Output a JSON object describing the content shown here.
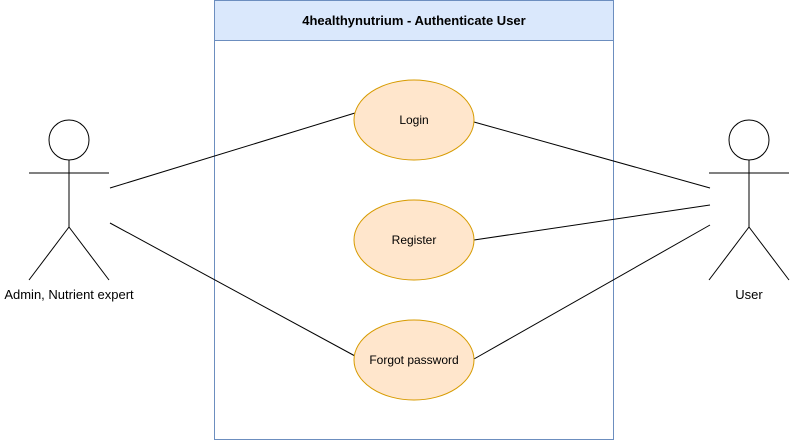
{
  "diagram": {
    "title": "4healthynutrium - Authenticate User",
    "colors": {
      "boundary_stroke": "#6c8ebf",
      "title_fill": "#dae8fc",
      "usecase_fill": "#ffe6cc",
      "usecase_stroke": "#d79b00",
      "line": "#000000"
    },
    "actors": [
      {
        "id": "admin",
        "label": "Admin, Nutrient expert"
      },
      {
        "id": "user",
        "label": "User"
      }
    ],
    "use_cases": [
      {
        "id": "login",
        "label": "Login"
      },
      {
        "id": "register",
        "label": "Register"
      },
      {
        "id": "forgot",
        "label": "Forgot password"
      }
    ]
  }
}
